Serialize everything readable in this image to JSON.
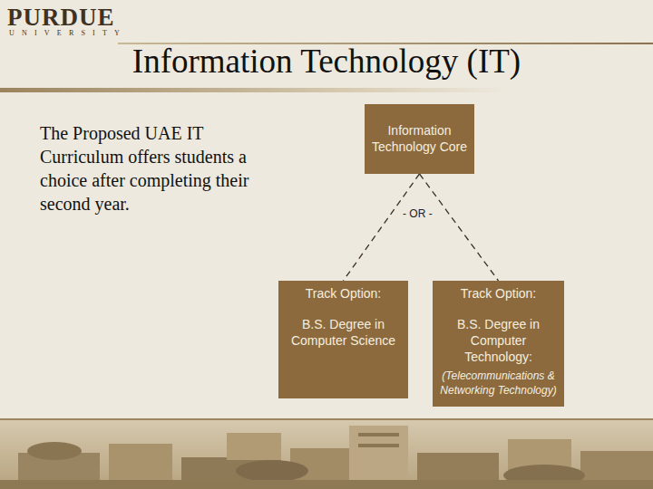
{
  "diagram": {
    "title": "Information Technology (IT)",
    "nodes": [
      {
        "text": [
          "Information Technology Core"
        ]
      },
      {
        "text": [
          "Track Option:",
          "B.S. Degree in Computer Science"
        ]
      },
      {
        "text": [
          "Track Option:",
          "B.S. Degree in Computer Technology:",
          "(Telecommunications & Networking Technology)"
        ]
      }
    ],
    "edges": [
      {
        "from": 0,
        "to": 1,
        "arrow": "none"
      },
      {
        "from": 0,
        "to": 2,
        "arrow": "none"
      }
    ],
    "labels": [
      "PURDUE",
      "UNIVERSITY",
      "The Proposed UAE IT Curriculum offers students a choice after completing their second year.",
      "- OR -"
    ]
  }
}
